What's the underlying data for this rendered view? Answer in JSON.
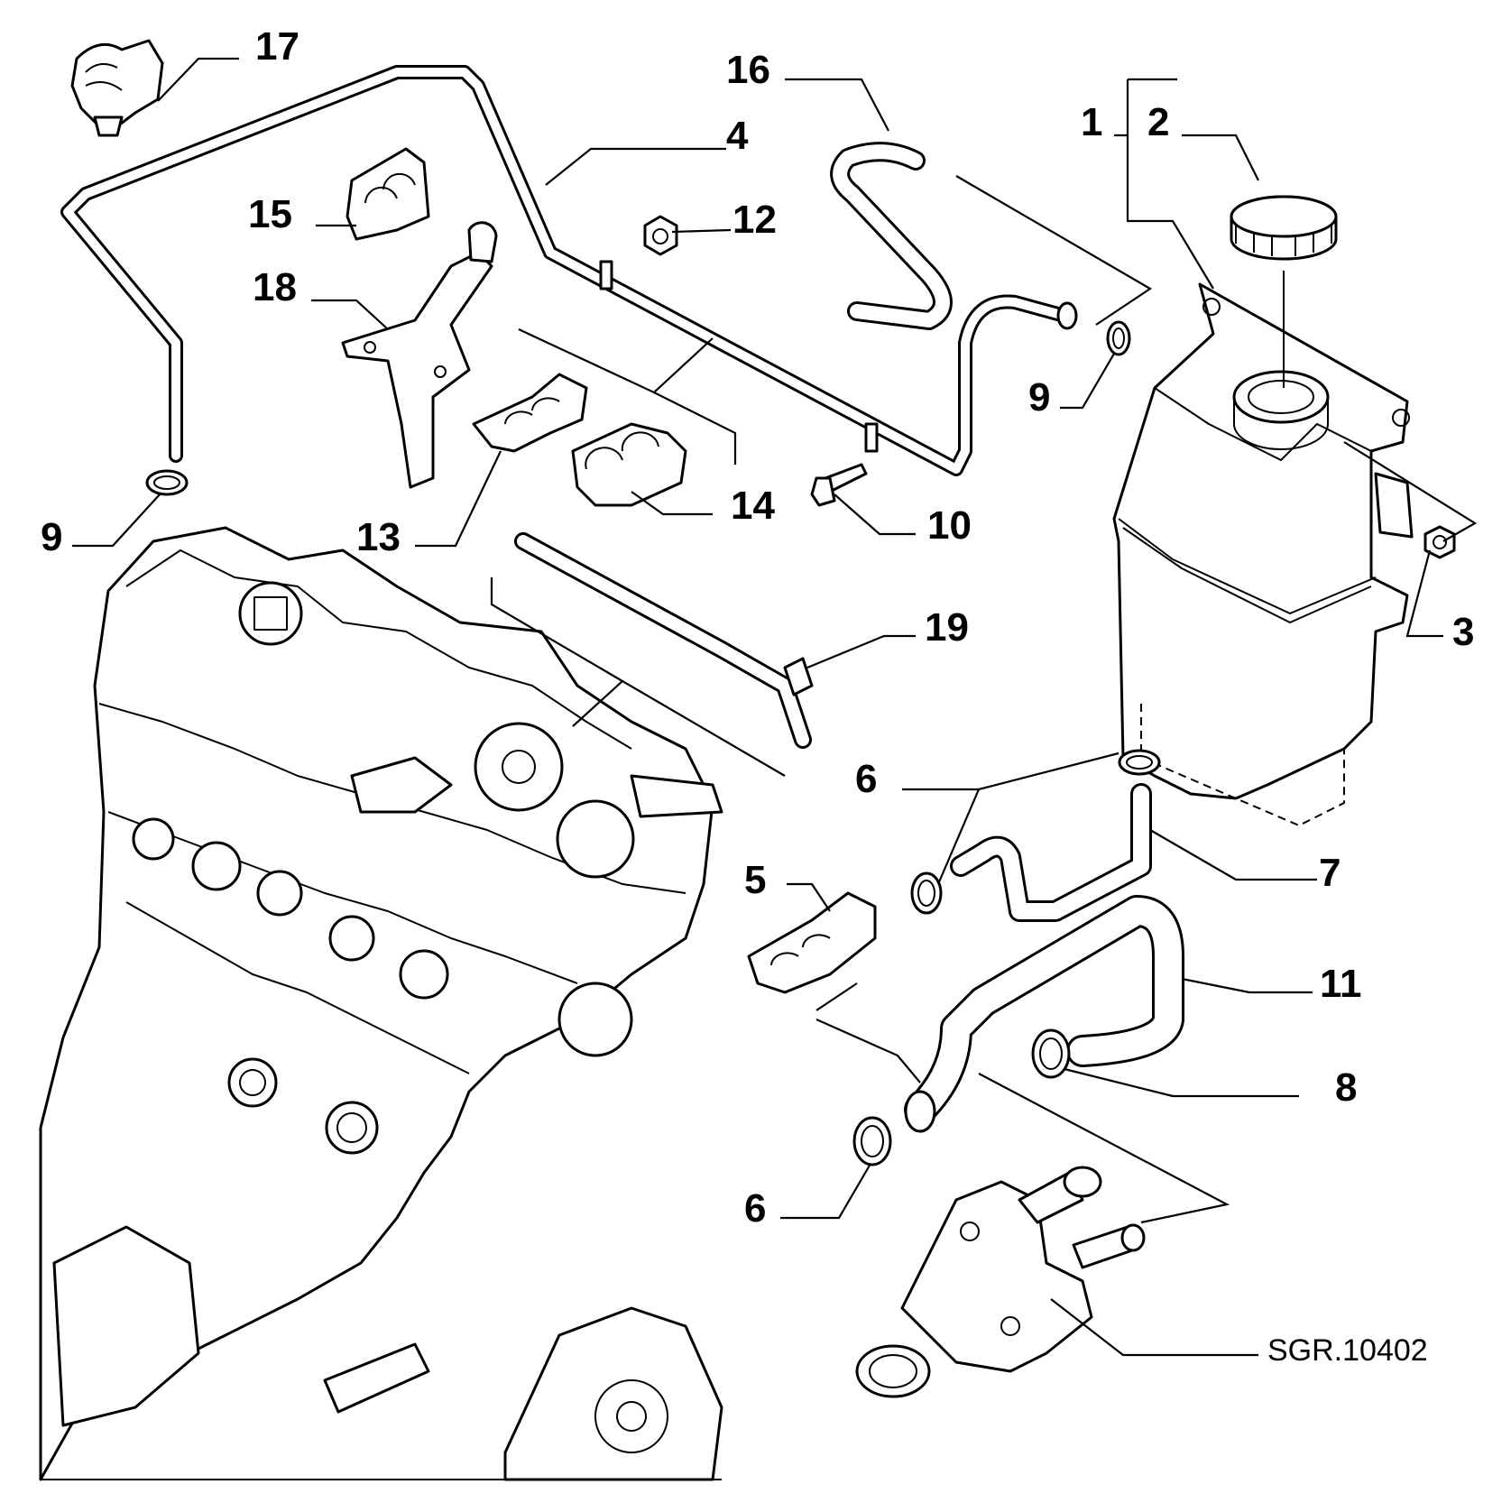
{
  "diagram": {
    "drawing_code": "SGR.10402",
    "callouts": [
      {
        "id": "c1",
        "label": "1"
      },
      {
        "id": "c2",
        "label": "2"
      },
      {
        "id": "c3",
        "label": "3"
      },
      {
        "id": "c4",
        "label": "4"
      },
      {
        "id": "c5",
        "label": "5"
      },
      {
        "id": "c6a",
        "label": "6"
      },
      {
        "id": "c6b",
        "label": "6"
      },
      {
        "id": "c7",
        "label": "7"
      },
      {
        "id": "c8",
        "label": "8"
      },
      {
        "id": "c9a",
        "label": "9"
      },
      {
        "id": "c9b",
        "label": "9"
      },
      {
        "id": "c10",
        "label": "10"
      },
      {
        "id": "c11",
        "label": "11"
      },
      {
        "id": "c12",
        "label": "12"
      },
      {
        "id": "c13",
        "label": "13"
      },
      {
        "id": "c14",
        "label": "14"
      },
      {
        "id": "c15",
        "label": "15"
      },
      {
        "id": "c16",
        "label": "16"
      },
      {
        "id": "c17",
        "label": "17"
      },
      {
        "id": "c18",
        "label": "18"
      },
      {
        "id": "c19",
        "label": "19"
      }
    ]
  }
}
